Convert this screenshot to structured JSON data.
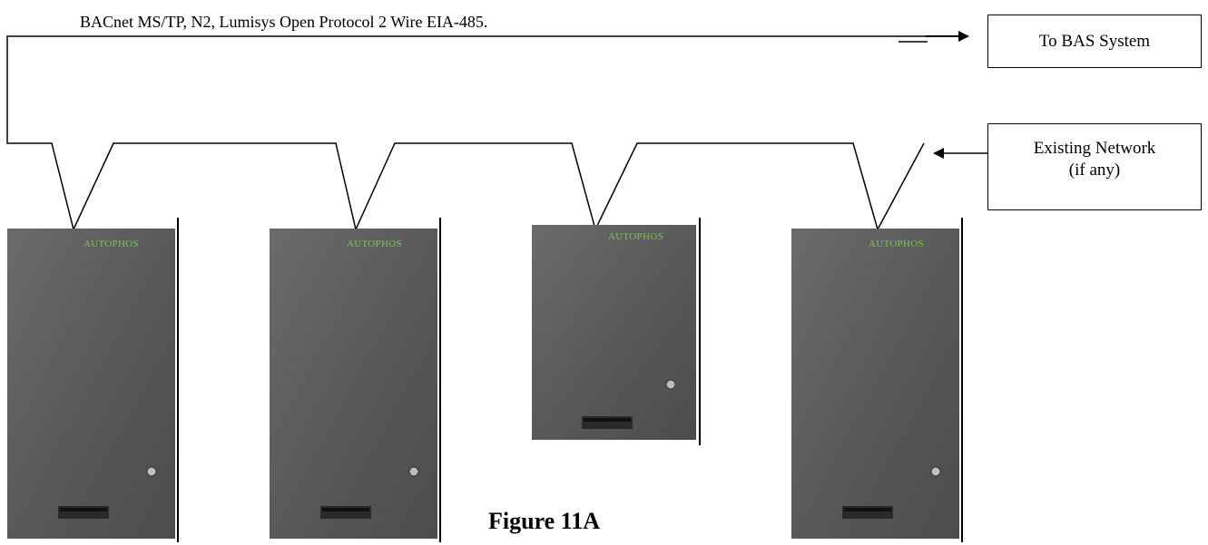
{
  "protocol_label": "BACnet MS/TP, N2, Lumisys Open Protocol 2 Wire EIA-485.",
  "boxes": {
    "bas": "To BAS System",
    "network_line1": "Existing Network",
    "network_line2": "(if any)"
  },
  "caption": "Figure 11A",
  "panel_brand": "AUTOPHOS",
  "panel_count": 4,
  "colors": {
    "line": "#000000",
    "panel_body": "#5c5c5c",
    "panel_dark": "#3a3a3a",
    "brand": "#6fcf43"
  }
}
